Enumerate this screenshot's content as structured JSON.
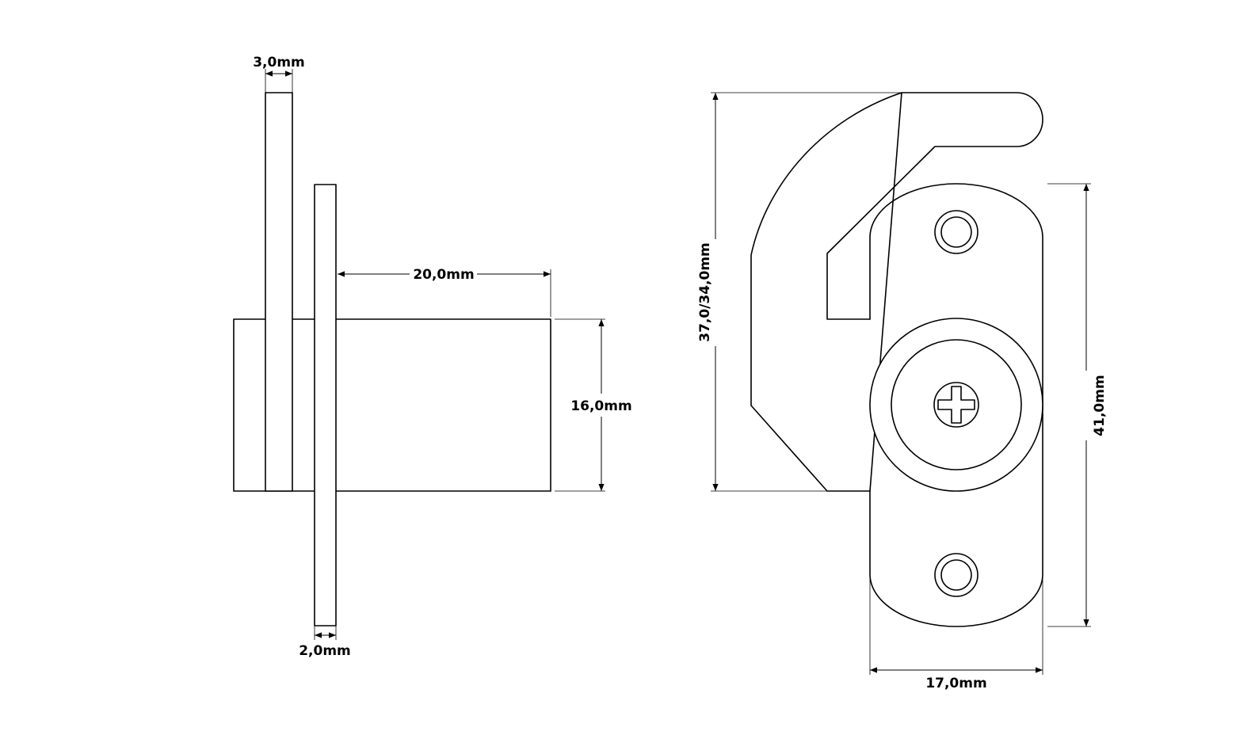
{
  "colors": {
    "stroke": "#000000",
    "background": "#ffffff"
  },
  "dimensions": {
    "plate_thickness": "3,0mm",
    "flange_thickness": "2,0mm",
    "body_length": "20,0mm",
    "body_diameter": "16,0mm",
    "hook_height": "37,0/34,0mm",
    "plate_length": "41,0mm",
    "plate_width": "17,0mm"
  }
}
